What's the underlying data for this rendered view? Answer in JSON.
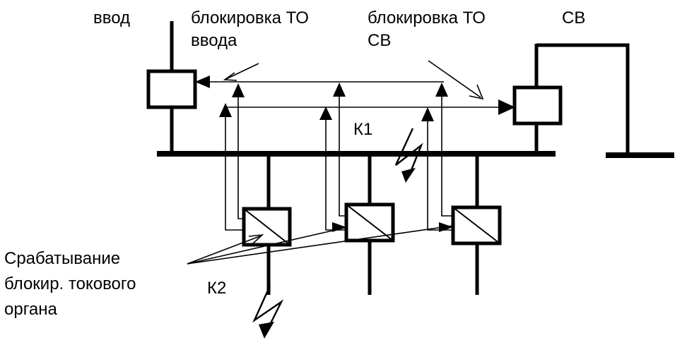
{
  "labels": {
    "vvod": "ввод",
    "block_to_vvoda_line1": "блокировка ТО",
    "block_to_vvoda_line2": "ввода",
    "block_to_sv_line1": "блокировка ТО",
    "block_to_sv_line2": "СВ",
    "sv": "СВ",
    "k1": "К1",
    "k2": "К2",
    "trigger_line1": "Срабатывание",
    "trigger_line2": "блокир. токового",
    "trigger_line3": "органа"
  }
}
